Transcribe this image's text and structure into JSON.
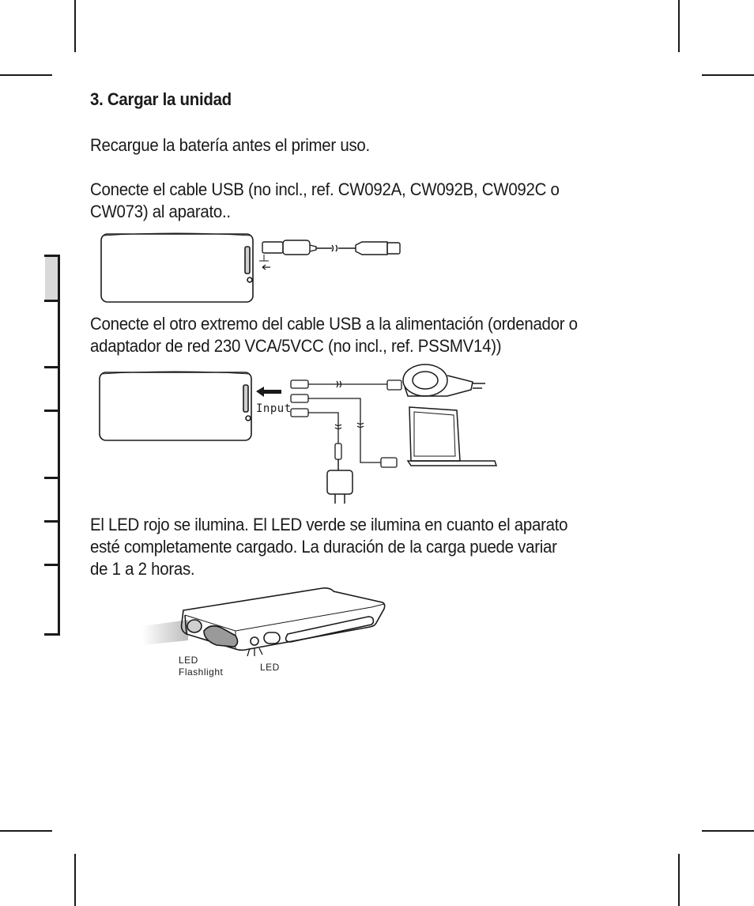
{
  "section": {
    "title": "3. Cargar la unidad",
    "paragraph_1": "Recargue la batería antes el primer uso.",
    "paragraph_2_line_1": "Conecte el cable USB (no incl., ref. CW092A, CW092B, CW092C o",
    "paragraph_2_line_2": "CW073) al aparato..",
    "paragraph_3_line_1": "Conecte el otro extremo del cable USB a la alimentación (ordenador o",
    "paragraph_3_line_2": "adaptador de red 230 VCA/5VCC (no incl., ref. PSSMV14))",
    "paragraph_4_line_1": "El LED rojo se ilumina. El LED verde se ilumina en cuanto el aparato",
    "paragraph_4_line_2": "esté completamente cargado. La duración de la carga puede variar",
    "paragraph_4_line_3": "de 1 a 2 horas."
  },
  "figures": {
    "input_label": "Input",
    "led_flashlight_label_1": "LED",
    "led_flashlight_label_2": "Flashlight",
    "led_label": "LED"
  },
  "icons": [
    "battery-pack-icon",
    "usb-cable-icon",
    "car-charger-icon",
    "laptop-icon",
    "wall-adapter-icon"
  ]
}
